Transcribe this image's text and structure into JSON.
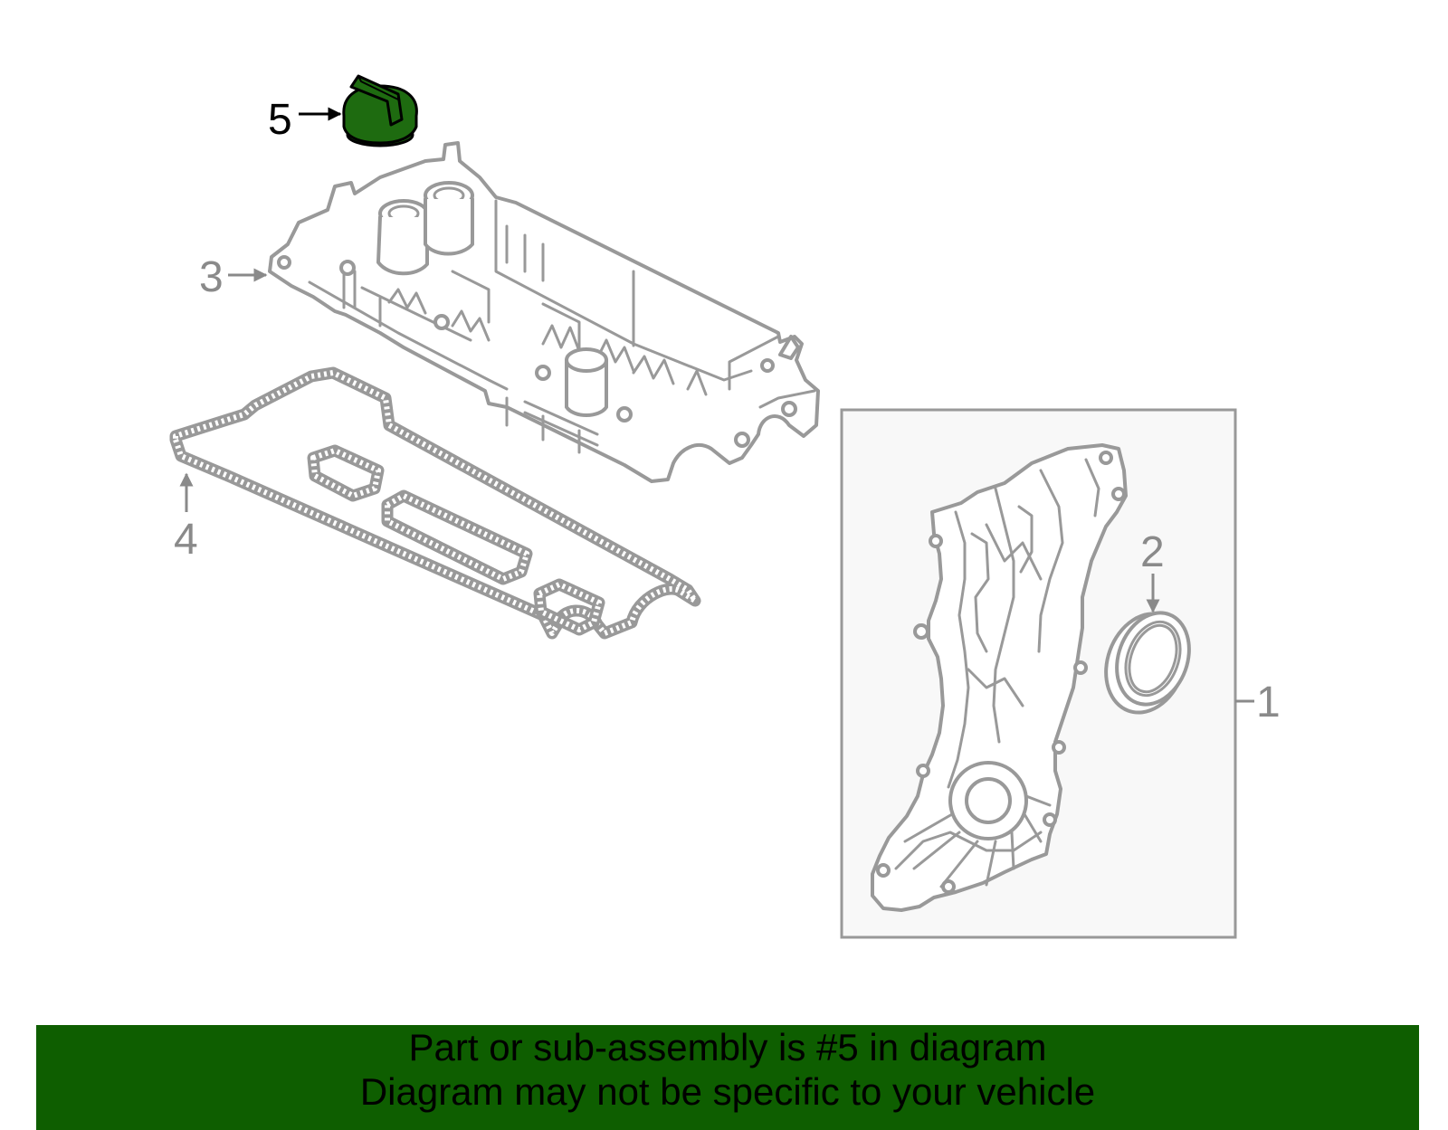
{
  "diagram": {
    "highlight_color": "#1e6b10",
    "callouts": [
      {
        "number": "1",
        "active": false
      },
      {
        "number": "2",
        "active": false
      },
      {
        "number": "3",
        "active": false
      },
      {
        "number": "4",
        "active": false
      },
      {
        "number": "5",
        "active": true
      }
    ]
  },
  "banner": {
    "line1": "Part or sub-assembly is #5 in diagram",
    "line2": "Diagram may not be specific to your vehicle",
    "background": "#0e5e00"
  }
}
